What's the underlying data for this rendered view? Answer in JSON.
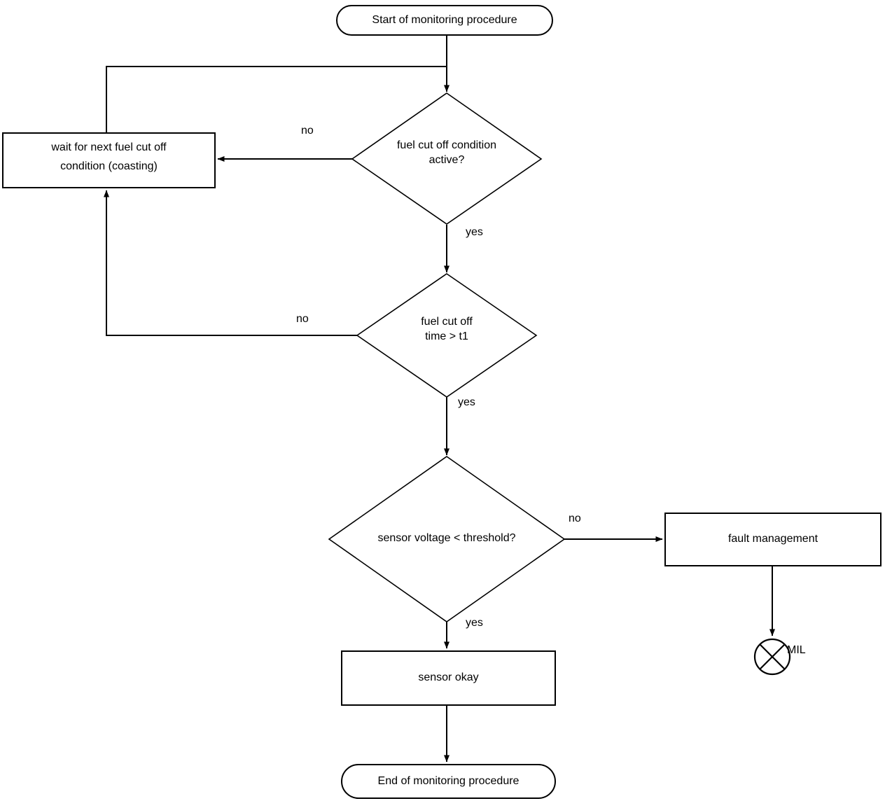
{
  "diagram": {
    "type": "flowchart",
    "title": "Monitoring procedure flowchart",
    "orientation": "top-to-bottom",
    "background_color": "#ffffff",
    "line_color": "#000000",
    "text_color": "#000000"
  },
  "nodes": {
    "start": {
      "label": "Start of monitoring procedure",
      "shape": "stadium"
    },
    "decision_fuel_cut_off_active": {
      "label": "fuel cut off condition\nactive?",
      "line1": "fuel cut off condition",
      "line2": "active?",
      "shape": "diamond"
    },
    "wait_box": {
      "label": "wait for next fuel cut off\ncondition (coasting)",
      "line1": "wait for next fuel cut off",
      "line2": "condition (coasting)",
      "shape": "rectangle"
    },
    "decision_fuel_cut_off_time": {
      "label": "fuel cut off\ntime > t1",
      "line1": "fuel cut off",
      "line2": "time > t1",
      "shape": "diamond"
    },
    "decision_sensor_voltage": {
      "label": "sensor voltage < threshold?",
      "shape": "diamond"
    },
    "fault_management": {
      "label": "fault management",
      "shape": "rectangle"
    },
    "mil": {
      "label": "MIL",
      "shape": "crossed-circle"
    },
    "sensor_okay": {
      "label": "sensor okay",
      "shape": "rectangle"
    },
    "end": {
      "label": "End of monitoring procedure",
      "shape": "stadium"
    }
  },
  "edge_labels": {
    "fuel_cut_off_active_no": "no",
    "fuel_cut_off_active_yes": "yes",
    "fuel_cut_off_time_no": "no",
    "fuel_cut_off_time_yes": "yes",
    "sensor_voltage_no": "no",
    "sensor_voltage_yes": "yes"
  }
}
